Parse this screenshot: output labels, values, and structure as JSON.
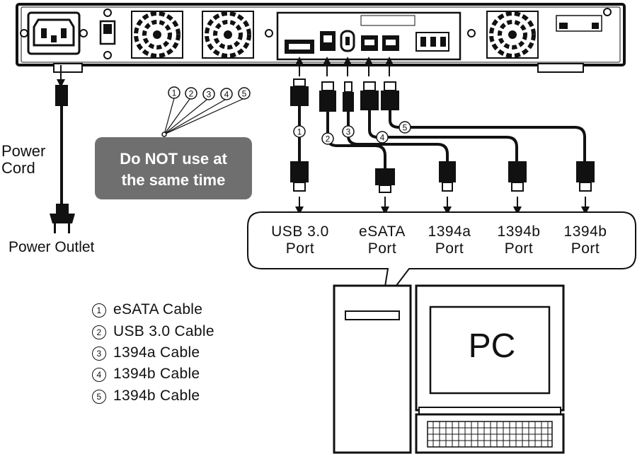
{
  "side_labels": {
    "power_cord": [
      "Power",
      "Cord"
    ],
    "power_outlet": "Power Outlet"
  },
  "warning": {
    "markers": [
      "1",
      "2",
      "3",
      "4",
      "5"
    ],
    "text_lines": [
      "Do NOT use at",
      "the same time"
    ]
  },
  "pc_ports": [
    {
      "line1": "USB 3.0",
      "line2": "Port"
    },
    {
      "line1": "eSATA",
      "line2": "Port"
    },
    {
      "line1": "1394a",
      "line2": "Port"
    },
    {
      "line1": "1394b",
      "line2": "Port"
    },
    {
      "line1": "1394b",
      "line2": "Port"
    }
  ],
  "cable_markers": [
    "1",
    "2",
    "3",
    "4",
    "5"
  ],
  "legend": [
    {
      "num": "1",
      "label": "eSATA Cable"
    },
    {
      "num": "2",
      "label": "USB 3.0 Cable"
    },
    {
      "num": "3",
      "label": "1394a Cable"
    },
    {
      "num": "4",
      "label": "1394b Cable"
    },
    {
      "num": "5",
      "label": "1394b Cable"
    }
  ],
  "pc_label": "PC",
  "colors": {
    "line": "#111111",
    "warning_box": "#6f6f6f",
    "background": "#ffffff"
  }
}
